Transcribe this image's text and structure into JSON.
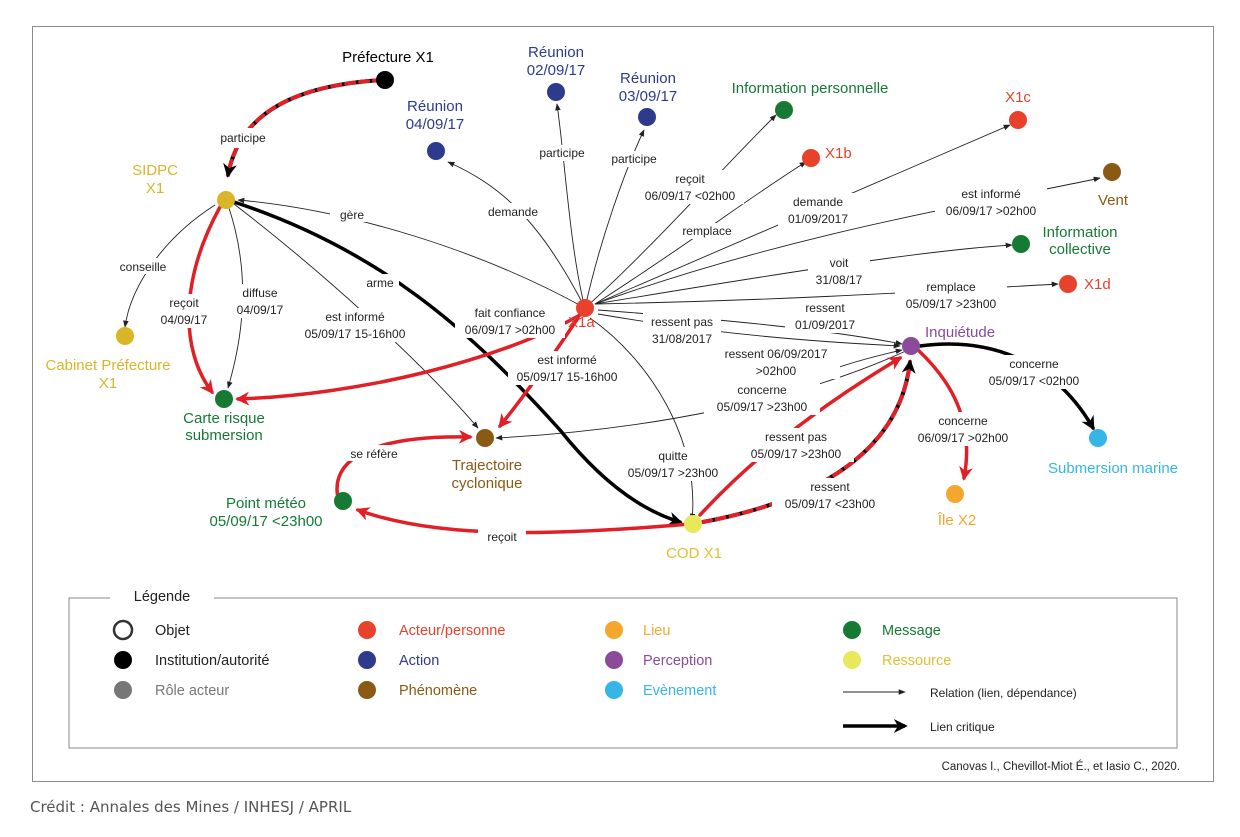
{
  "credit": "Crédit : Annales des Mines / INHESJ / APRIL",
  "citation": "Canovas I., Chevillot-Miot É., et Iasio C., 2020.",
  "colors": {
    "objet": "#ffffff",
    "institution": "#000000",
    "role": "#777777",
    "acteur": "#e8412c",
    "action": "#2e3a8c",
    "phenomene": "#8a5a14",
    "lieu": "#f3a72e",
    "perception": "#8b4a9a",
    "evenement": "#35b6e6",
    "message": "#167a35",
    "ressource": "#e8e85a",
    "critical_red": "#e01f26"
  },
  "nodes": {
    "prefecture": "Préfecture X1",
    "sidpc_1": "SIDPC",
    "sidpc_2": "X1",
    "reunion0409_1": "Réunion",
    "reunion0409_2": "04/09/17",
    "reunion0209_1": "Réunion",
    "reunion0209_2": "02/09/17",
    "reunion0309_1": "Réunion",
    "reunion0309_2": "03/09/17",
    "info_perso": "Information personnelle",
    "x1c": "X1c",
    "x1b": "X1b",
    "vent": "Vent",
    "info_coll_1": "Information",
    "info_coll_2": "collective",
    "x1d": "X1d",
    "x1a": "X1a",
    "inquietude": "Inquiétude",
    "cabinet_1": "Cabinet Préfecture",
    "cabinet_2": "X1",
    "carte_1": "Carte risque",
    "carte_2": "submersion",
    "trajectoire_1": "Trajectoire",
    "trajectoire_2": "cyclonique",
    "point_meteo_1": "Point météo",
    "point_meteo_2": "05/09/17 <23h00",
    "cod": "COD X1",
    "ile": "Île X2",
    "submersion": "Submersion marine"
  },
  "edges": {
    "participe_pref": "participe",
    "gere": "gère",
    "arme": "arme",
    "conseille": "conseille",
    "recoit_0409_1": "reçoit",
    "recoit_0409_2": "04/09/17",
    "diffuse_1": "diffuse",
    "diffuse_2": "04/09/17",
    "est_informe_sidpc_1": "est informé",
    "est_informe_sidpc_2": "05/09/17 15-16h00",
    "demande": "demande",
    "participe_02": "participe",
    "participe_03": "participe",
    "recoit_perso_1": "reçoit",
    "recoit_perso_2": "06/09/17 <02h00",
    "remplace_x1b": "remplace",
    "demande_x1c_1": "demande",
    "demande_x1c_2": "01/09/2017",
    "est_informe_vent_1": "est informé",
    "est_informe_vent_2": "06/09/17 >02h00",
    "voit_1": "voit",
    "voit_2": "31/08/17",
    "remplace_x1d_1": "remplace",
    "remplace_x1d_2": "05/09/17 >23h00",
    "fait_confiance_1": "fait confiance",
    "fait_confiance_2": "06/09/17 >02h00",
    "ressent_1": "ressent",
    "ressent_2": "01/09/2017",
    "ressent_pas_1": "ressent pas",
    "ressent_pas_2": "31/08/2017",
    "ressent_0609_1": "ressent 06/09/2017",
    "ressent_0609_2": ">02h00",
    "est_informe_x1a_1": "est informé",
    "est_informe_x1a_2": "05/09/17 15-16h00",
    "concerne_traj_1": "concerne",
    "concerne_traj_2": "05/09/17 >23h00",
    "concerne_sub_1": "concerne",
    "concerne_sub_2": "05/09/17 <02h00",
    "concerne_ile_1": "concerne",
    "concerne_ile_2": "06/09/17 >02h00",
    "se_refere": "se réfère",
    "quitte_1": "quitte",
    "quitte_2": "05/09/17 >23h00",
    "ressent_pas_cod_1": "ressent pas",
    "ressent_pas_cod_2": "05/09/17 >23h00",
    "ressent_cod_1": "ressent",
    "ressent_cod_2": "05/09/17 <23h00",
    "recoit_meteo": "reçoit"
  },
  "legend": {
    "title": "Légende",
    "objet": "Objet",
    "institution": "Institution/autorité",
    "role": "Rôle acteur",
    "acteur": "Acteur/personne",
    "action": "Action",
    "phenomene": "Phénomène",
    "lieu": "Lieu",
    "perception": "Perception",
    "evenement": "Evènement",
    "message": "Message",
    "ressource": "Ressource",
    "relation": "Relation (lien, dépendance)",
    "critique": "Lien critique"
  }
}
